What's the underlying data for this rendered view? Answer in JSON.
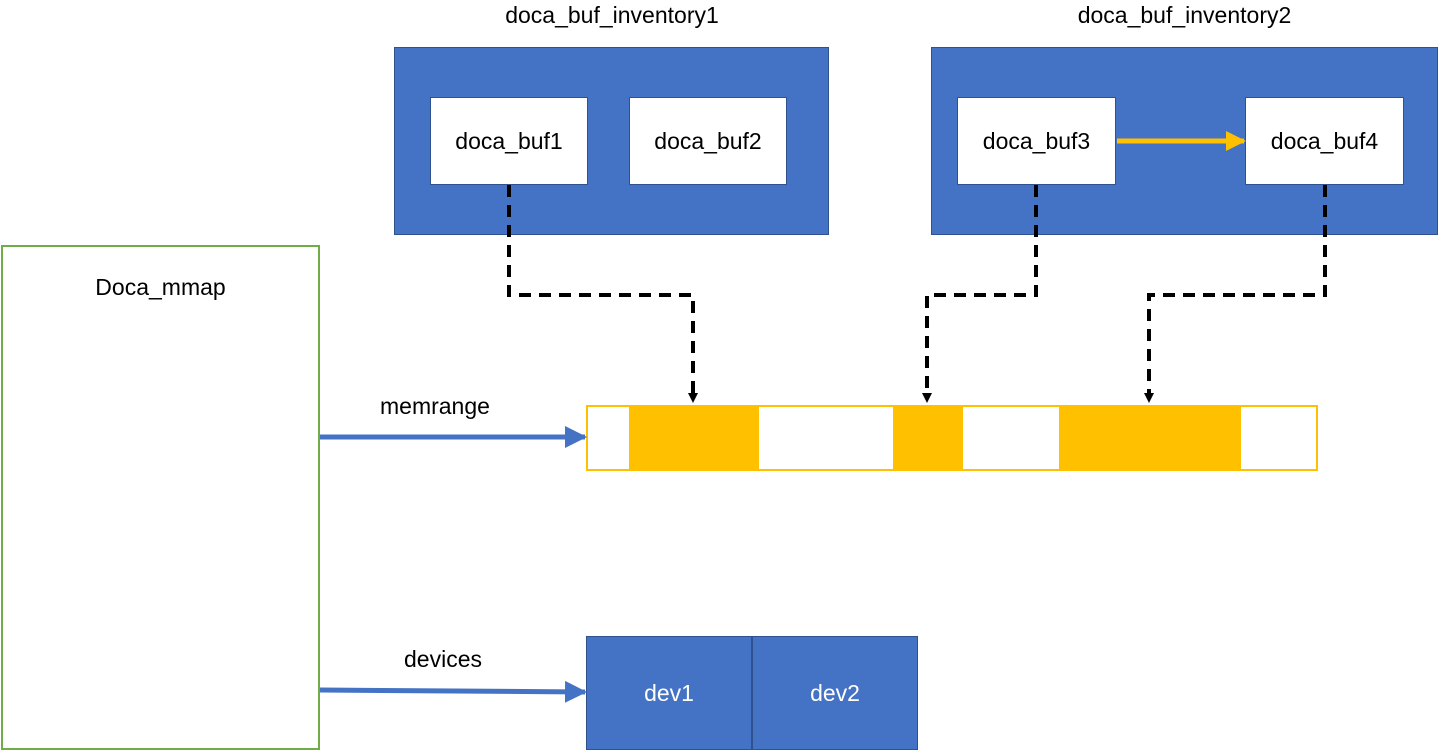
{
  "inventories": [
    {
      "title": "doca_buf_inventory1",
      "bufs": [
        "doca_buf1",
        "doca_buf2"
      ]
    },
    {
      "title": "doca_buf_inventory2",
      "bufs": [
        "doca_buf3",
        "doca_buf4"
      ]
    }
  ],
  "mmap": {
    "label": "Doca_mmap"
  },
  "memrange": {
    "label": "memrange"
  },
  "devices": {
    "label": "devices",
    "items": [
      "dev1",
      "dev2"
    ]
  },
  "colors": {
    "blue": "#4472c4",
    "gold": "#ffc000",
    "green": "#70ad47"
  }
}
